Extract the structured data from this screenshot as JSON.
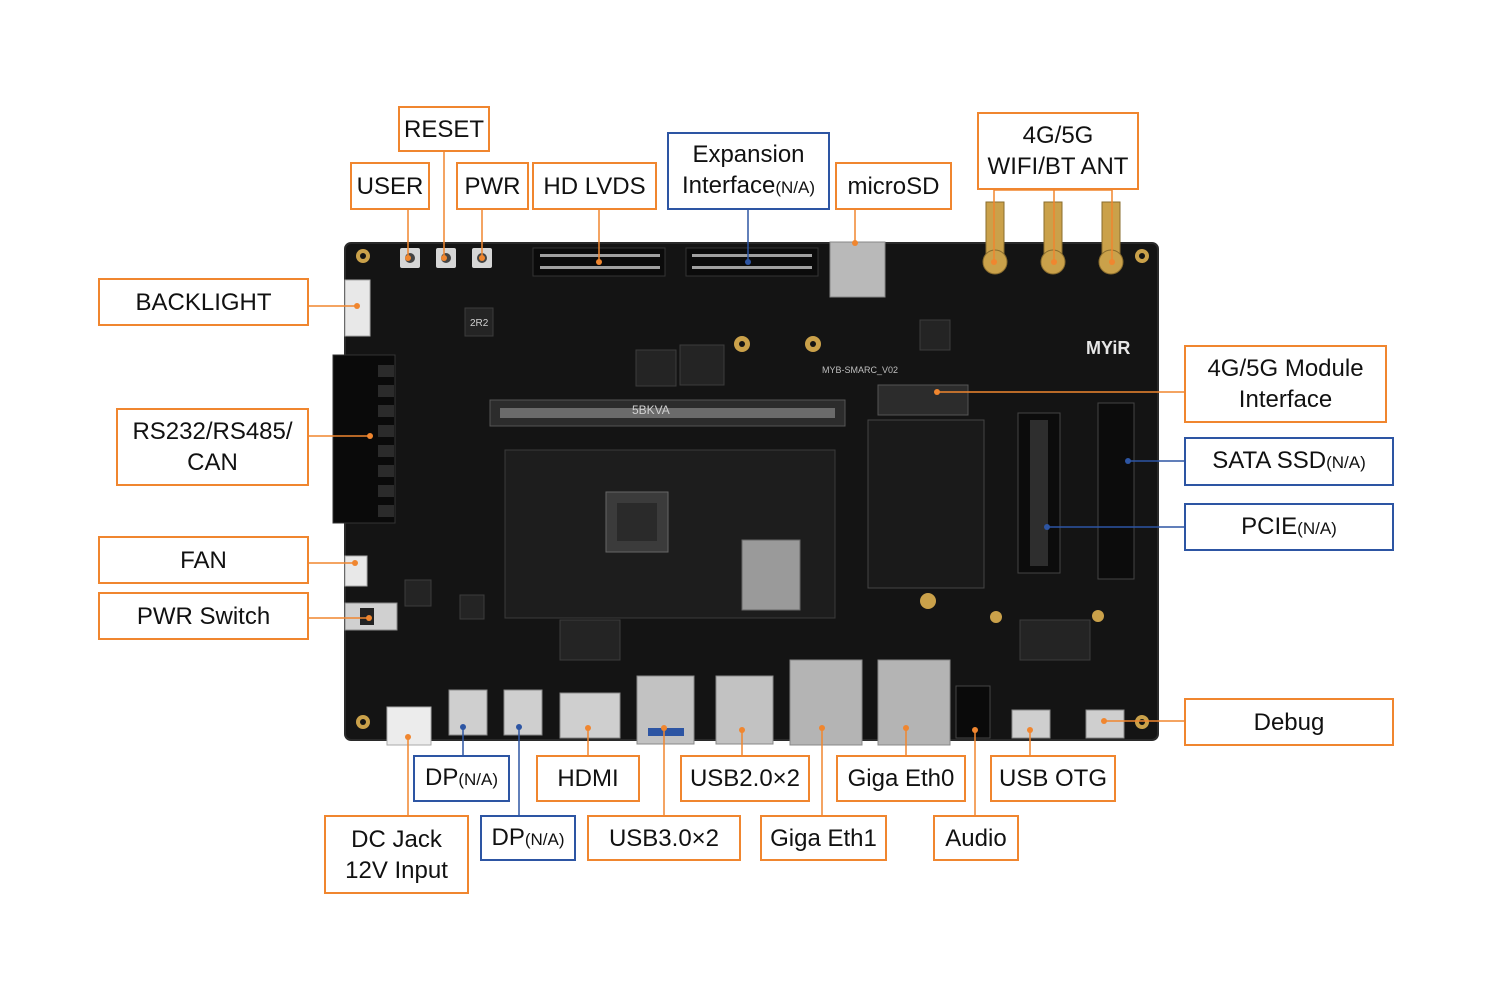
{
  "colors": {
    "board": "#141414",
    "board_edge": "#2a2a2a",
    "silk": "#bfbfbf",
    "callout_orange": "#f0862f",
    "callout_blue": "#2d55a3",
    "gold": "#caa14a",
    "metal": "#b9b9b9"
  },
  "labels": {
    "reset": "RESET",
    "user": "USER",
    "pwr": "PWR",
    "hd_lvds": "HD LVDS",
    "expansion_1": "Expansion",
    "expansion_2": "Interface",
    "expansion_na": "(N/A)",
    "microsd": "microSD",
    "ant_1": "4G/5G",
    "ant_2": "WIFI/BT ANT",
    "backlight": "BACKLIGHT",
    "rs232_1": "RS232/RS485/",
    "rs232_2": "CAN",
    "module_1": "4G/5G Module",
    "module_2": "Interface",
    "sata": "SATA SSD",
    "sata_na": "(N/A)",
    "pcie": "PCIE",
    "pcie_na": "(N/A)",
    "fan": "FAN",
    "pwr_switch": "PWR Switch",
    "debug": "Debug",
    "dp1": "DP",
    "dp1_na": "(N/A)",
    "hdmi": "HDMI",
    "usb20": "USB2.0×2",
    "eth0": "Giga Eth0",
    "usb_otg": "USB OTG",
    "dc_1": "DC Jack",
    "dc_2": "12V Input",
    "dp2": "DP",
    "dp2_na": "(N/A)",
    "usb30": "USB3.0×2",
    "eth1": "Giga Eth1",
    "audio": "Audio"
  },
  "board": {
    "model": "MYB-SMARC_V02",
    "brand": "MYiR",
    "module_mark": "5BKVA",
    "inductor_mark": "2R2"
  }
}
